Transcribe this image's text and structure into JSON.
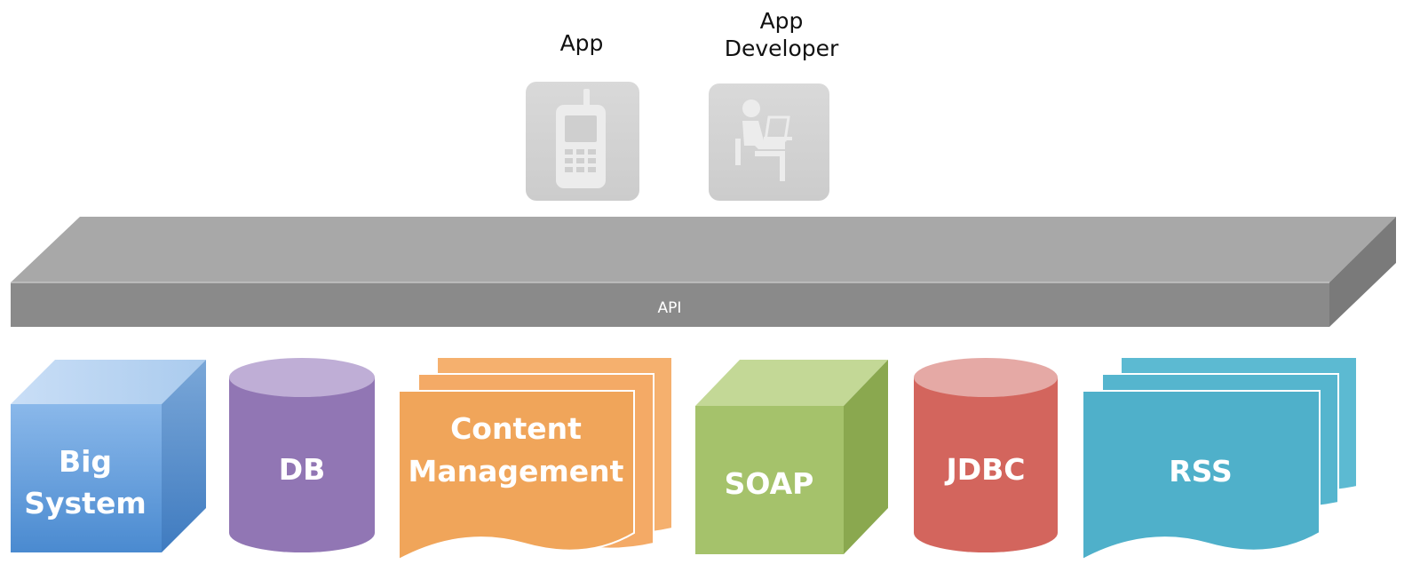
{
  "top": {
    "app_label": "App",
    "developer_label_line1": "App",
    "developer_label_line2": "Developer"
  },
  "icons": {
    "app": "mobile-phone-icon",
    "developer": "person-at-laptop-icon"
  },
  "api_bar": {
    "label": "API"
  },
  "sources": {
    "big_system": {
      "line1": "Big",
      "line2": "System",
      "color": "#5b9bd5"
    },
    "db": {
      "label": "DB",
      "color": "#8e75b4"
    },
    "content_management": {
      "line1": "Content",
      "line2": "Management",
      "color": "#f2a55a"
    },
    "soap": {
      "label": "SOAP",
      "color": "#9bbb59"
    },
    "jdbc": {
      "label": "JDBC",
      "color": "#cd5c5c"
    },
    "rss": {
      "label": "RSS",
      "color": "#4bacc6"
    }
  }
}
